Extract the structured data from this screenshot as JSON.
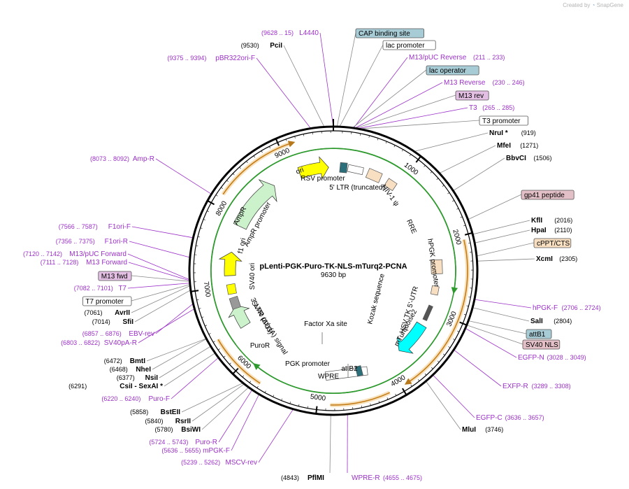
{
  "credit": {
    "prefix": "Created by",
    "brand": "SnapGene"
  },
  "plasmid": {
    "name": "pLenti-PGK-Puro-TK-NLS-mTurq2-PCNA",
    "size": "9630 bp"
  },
  "ring_ticks": [
    "1000",
    "2000",
    "3000",
    "4000",
    "5000",
    "6000",
    "7000",
    "8000",
    "9000"
  ],
  "colors": {
    "primer": "#9b30c8",
    "feature_box": "#a8ccd6",
    "peptide_box": "#e3bfc7",
    "cppt_box": "#f8dfc2",
    "enzyme_text": "#000000",
    "ori": "#ffff00",
    "ampr": "#ccf2cc",
    "puror": "#ccf2cc",
    "cds_orange": "#f0b04c",
    "mturq": "#00ffff",
    "backbone": "#000000"
  },
  "right_labels": [
    {
      "kind": "box",
      "text": "CAP binding site",
      "color": "#a8ccd6"
    },
    {
      "kind": "box",
      "text": "lac promoter",
      "color": "#ffffff"
    },
    {
      "kind": "primer",
      "text": "M13/pUC Reverse",
      "range": "(211 .. 233)"
    },
    {
      "kind": "box",
      "text": "lac operator",
      "color": "#a8ccd6"
    },
    {
      "kind": "primer",
      "text": "M13 Reverse",
      "range": "(230 .. 246)"
    },
    {
      "kind": "box",
      "text": "M13 rev",
      "color": "#e3bfe3"
    },
    {
      "kind": "primer",
      "text": "T3",
      "range": "(265 .. 285)"
    },
    {
      "kind": "box",
      "text": "T3 promoter",
      "color": "#ffffff"
    },
    {
      "kind": "enzyme",
      "text": "NruI *",
      "range": "(919)"
    },
    {
      "kind": "enzyme",
      "text": "MfeI",
      "range": "(1271)"
    },
    {
      "kind": "enzyme",
      "text": "BbvCI",
      "range": "(1506)"
    },
    {
      "kind": "box",
      "text": "gp41 peptide",
      "color": "#e3bfc7"
    },
    {
      "kind": "enzyme",
      "text": "KflI",
      "range": "(2016)"
    },
    {
      "kind": "enzyme",
      "text": "HpaI",
      "range": "(2110)"
    },
    {
      "kind": "box",
      "text": "cPPT/CTS",
      "color": "#f8dfc2"
    },
    {
      "kind": "enzyme",
      "text": "XcmI",
      "range": "(2305)"
    },
    {
      "kind": "primer",
      "text": "hPGK-F",
      "range": "(2706 .. 2724)"
    },
    {
      "kind": "enzyme",
      "text": "SalI",
      "range": "(2804)"
    },
    {
      "kind": "box",
      "text": "attB1",
      "color": "#a8ccd6"
    },
    {
      "kind": "box",
      "text": "SV40 NLS",
      "color": "#e3bfc7"
    },
    {
      "kind": "primer",
      "text": "EGFP-N",
      "range": "(3028 .. 3049)"
    },
    {
      "kind": "primer",
      "text": "EXFP-R",
      "range": "(3289 .. 3308)"
    },
    {
      "kind": "primer",
      "text": "EGFP-C",
      "range": "(3636 .. 3657)"
    },
    {
      "kind": "enzyme",
      "text": "MluI",
      "range": "(3746)"
    }
  ],
  "left_labels": [
    {
      "kind": "primer",
      "text": "L4440",
      "range": "(9628 .. 15)"
    },
    {
      "kind": "enzyme",
      "text": "PciI",
      "range": "(9530)"
    },
    {
      "kind": "primer",
      "text": "pBR322ori-F",
      "range": "(9375 .. 9394)"
    },
    {
      "kind": "primer",
      "text": "Amp-R",
      "range": "(8073 .. 8092)"
    },
    {
      "kind": "primer",
      "text": "F1ori-F",
      "range": "(7566 .. 7587)"
    },
    {
      "kind": "primer",
      "text": "F1ori-R",
      "range": "(7356 .. 7375)"
    },
    {
      "kind": "primer",
      "text": "M13/pUC Forward",
      "range": "(7120 .. 7142)"
    },
    {
      "kind": "primer",
      "text": "M13 Forward",
      "range": "(7111 .. 7128)"
    },
    {
      "kind": "box",
      "text": "M13 fwd",
      "color": "#e3bfe3"
    },
    {
      "kind": "primer",
      "text": "T7",
      "range": "(7082 .. 7101)"
    },
    {
      "kind": "box",
      "text": "T7 promoter",
      "color": "#ffffff"
    },
    {
      "kind": "enzyme",
      "text": "AvrII",
      "range": "(7061)"
    },
    {
      "kind": "enzyme",
      "text": "SfiI",
      "range": "(7014)"
    },
    {
      "kind": "primer",
      "text": "EBV-rev",
      "range": "(6857 .. 6876)"
    },
    {
      "kind": "primer",
      "text": "SV40pA-R",
      "range": "(6803 .. 6822)"
    },
    {
      "kind": "enzyme",
      "text": "BmtI",
      "range": "(6472)"
    },
    {
      "kind": "enzyme",
      "text": "NheI",
      "range": "(6468)"
    },
    {
      "kind": "enzyme",
      "text": "NsiI",
      "range": "(6377)"
    },
    {
      "kind": "enzyme",
      "text": "CsiI  -  SexAI *",
      "range": "(6291)"
    },
    {
      "kind": "primer",
      "text": "Puro-F",
      "range": "(6220 .. 6240)"
    },
    {
      "kind": "enzyme",
      "text": "BstEII",
      "range": "(5858)"
    },
    {
      "kind": "enzyme",
      "text": "RsrII",
      "range": "(5840)"
    },
    {
      "kind": "enzyme",
      "text": "BsiWI",
      "range": "(5780)"
    },
    {
      "kind": "primer",
      "text": "Puro-R",
      "range": "(5724 .. 5743)"
    },
    {
      "kind": "primer",
      "text": "mPGK-F",
      "range": "(5636 .. 5655)"
    },
    {
      "kind": "primer",
      "text": "MSCV-rev",
      "range": "(5239 .. 5262)"
    }
  ],
  "bottom_labels": [
    {
      "kind": "enzyme",
      "text": "PflMI",
      "range": "(4843)"
    },
    {
      "kind": "primer",
      "text": "WPRE-R",
      "range": "(4655 .. 4675)"
    }
  ],
  "inner_features": [
    {
      "text": "ori"
    },
    {
      "text": "AmpR"
    },
    {
      "text": "AmpR promoter"
    },
    {
      "text": "f1 ori"
    },
    {
      "text": "SV40 ori"
    },
    {
      "text": "SV40 poly(A) signal"
    },
    {
      "text": "3' LTR (ΔU3)"
    },
    {
      "text": "PuroR"
    },
    {
      "text": "PGK promoter"
    },
    {
      "text": "WPRE"
    },
    {
      "text": "attB2"
    },
    {
      "text": "Factor Xa site"
    },
    {
      "text": "RSV promoter"
    },
    {
      "text": "5' LTR (truncated)"
    },
    {
      "text": "HIV-1 ψ"
    },
    {
      "text": "RRE"
    },
    {
      "text": "hPGK promoter"
    },
    {
      "text": "Kozak sequence"
    },
    {
      "text": "HSV TK 5'-UTR"
    },
    {
      "text": "mTurquoise2"
    }
  ]
}
